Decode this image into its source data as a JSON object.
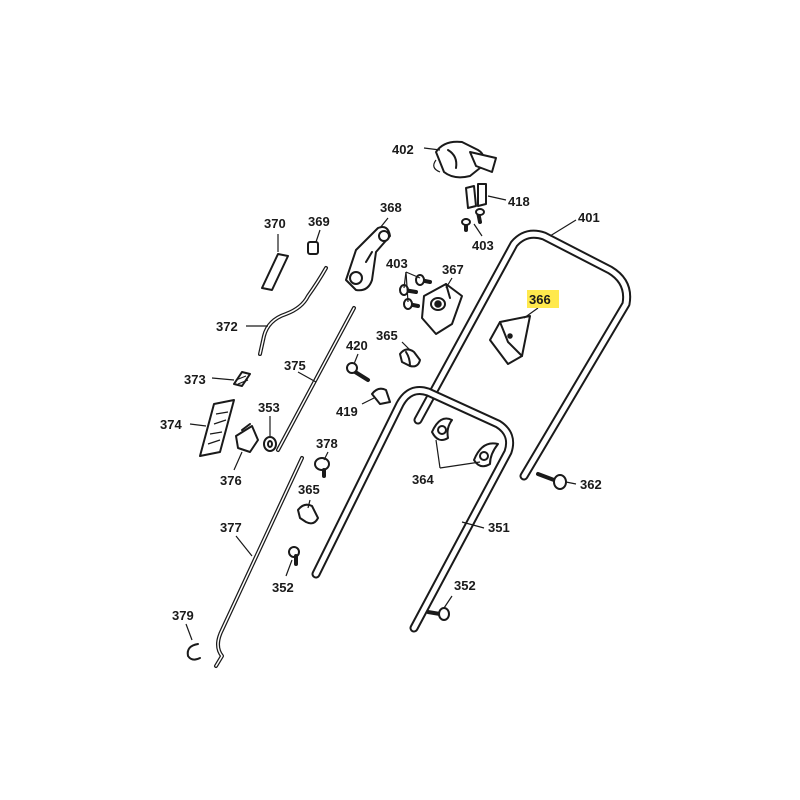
{
  "highlight_color": "#ffe94d",
  "line_color": "#1a1a1a",
  "callouts": {
    "c402": "402",
    "c418": "418",
    "c403a": "403",
    "c370": "370",
    "c369": "369",
    "c368": "368",
    "c401": "401",
    "c403b": "403",
    "c367": "367",
    "c366": "366",
    "c372": "372",
    "c365a": "365",
    "c420": "420",
    "c375": "375",
    "c373": "373",
    "c353": "353",
    "c419": "419",
    "c374": "374",
    "c376": "376",
    "c378": "378",
    "c364": "364",
    "c362": "362",
    "c365b": "365",
    "c351": "351",
    "c377": "377",
    "c352a": "352",
    "c352b": "352",
    "c379": "379"
  }
}
